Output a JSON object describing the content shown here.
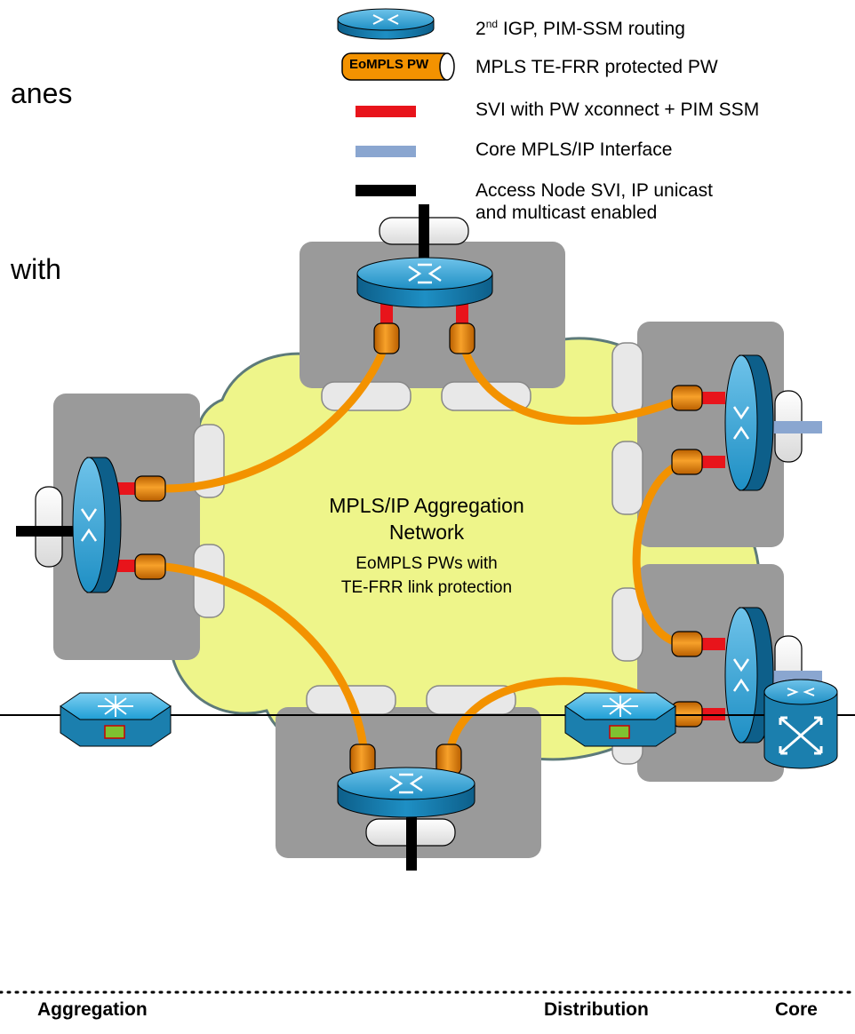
{
  "title_fragments": {
    "line1": "anes",
    "line2": "with"
  },
  "legend": {
    "item1_main": "2",
    "item1_sup": "nd",
    "item1_rest": " IGP, PIM-SSM routing",
    "item2_badge": "EoMPLS PW",
    "item2": "MPLS TE-FRR protected PW",
    "item3": "SVI with PW xconnect + PIM SSM",
    "item4": "Core MPLS/IP Interface",
    "item5_line1": "Access Node SVI, IP unicast",
    "item5_line2": "and multicast enabled"
  },
  "cloud": {
    "line1": "MPLS/IP Aggregation",
    "line2": "Network",
    "line3": "EoMPLS PWs with",
    "line4": "TE-FRR link protection"
  },
  "footer": {
    "left": "Aggregation",
    "middle": "Distribution",
    "right": "Core"
  },
  "colors": {
    "pw_orange": "#f39200",
    "svi_red": "#e8141b",
    "core_blue": "#8aa6d0",
    "router_blue": "#1e8fc4",
    "cloud_yellow": "#eef58a",
    "box_gray": "#9a9a9a"
  }
}
